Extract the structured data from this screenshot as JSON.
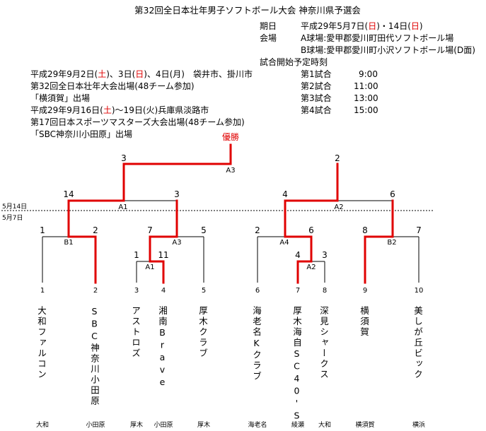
{
  "header": {
    "title": "第32回全日本壮年男子ソフトボール大会 神奈川県予選会",
    "period_label": "期日",
    "period_value_parts": [
      "平成29年5月7日(",
      "日",
      ")・14日(",
      "日",
      ")"
    ],
    "venue_label": "会場",
    "venue_a": "A球場:愛甲郡愛川町田代ソフトボール場",
    "venue_b": "B球場:愛甲郡愛川町小沢ソフトボール場(D面)",
    "schedule_title": "試合開始予定時刻",
    "schedule": [
      {
        "game": "第1試合",
        "time": "9:00"
      },
      {
        "game": "第2試合",
        "time": "11:00"
      },
      {
        "game": "第3試合",
        "time": "13:00"
      },
      {
        "game": "第4試合",
        "time": "15:00"
      }
    ]
  },
  "notes": {
    "line1_parts": [
      "平成29年9月2日(",
      "土",
      ")、3日(",
      "日",
      ")、4日(月)　袋井市、掛川市"
    ],
    "line2": "第32回全日本壮年大会出場(48チーム参加)",
    "line3": "「横須賀」出場",
    "line4_parts": [
      "平成29年9月16日(",
      "土",
      ")〜19日(火)兵庫県淡路市"
    ],
    "line5": "第17回日本スポーツマスターズ大会出場(48チーム参加)",
    "line6": "「SBC神奈川小田原」出場"
  },
  "champion_label": "優勝",
  "date_labels": {
    "top": "5月14日",
    "bottom": "5月7日"
  },
  "scores": {
    "final_left": "3",
    "final_right": "2",
    "semi1_left": "14",
    "semi1_right": "3",
    "semi2_left": "4",
    "semi2_right": "6",
    "b1_left": "1",
    "b1_right": "2",
    "a3_left": "7",
    "a3_right": "5",
    "a1_left": "1",
    "a1_right": "11",
    "a4_left": "2",
    "a4_right": "6",
    "a2_left": "4",
    "a2_right": "3",
    "b2_left": "8",
    "b2_right": "7"
  },
  "match_labels": {
    "final": "A3",
    "semi1": "A1",
    "semi2": "A2",
    "b1": "B1",
    "a3": "A3",
    "a1": "A1",
    "a4": "A4",
    "a2": "A2",
    "b2": "B2"
  },
  "teams": [
    {
      "slot": "1",
      "name": "大和ファルコン",
      "city": "大和"
    },
    {
      "slot": "2",
      "name": "SBC神奈川小田原",
      "city": "小田原"
    },
    {
      "slot": "3",
      "name": "アストロズ",
      "city": "厚木"
    },
    {
      "slot": "4",
      "name": "湘南Brave",
      "city": "小田原"
    },
    {
      "slot": "5",
      "name": "厚木クラブ",
      "city": "厚木"
    },
    {
      "slot": "6",
      "name": "海老名Kクラブ",
      "city": "海老名"
    },
    {
      "slot": "7",
      "name": "厚木海自SC40'S",
      "city": "綾瀬"
    },
    {
      "slot": "8",
      "name": "深見シャークス",
      "city": "大和"
    },
    {
      "slot": "9",
      "name": "横須賀",
      "city": "横須賀"
    },
    {
      "slot": "10",
      "name": "美しが丘ビック",
      "city": "横浜"
    }
  ]
}
